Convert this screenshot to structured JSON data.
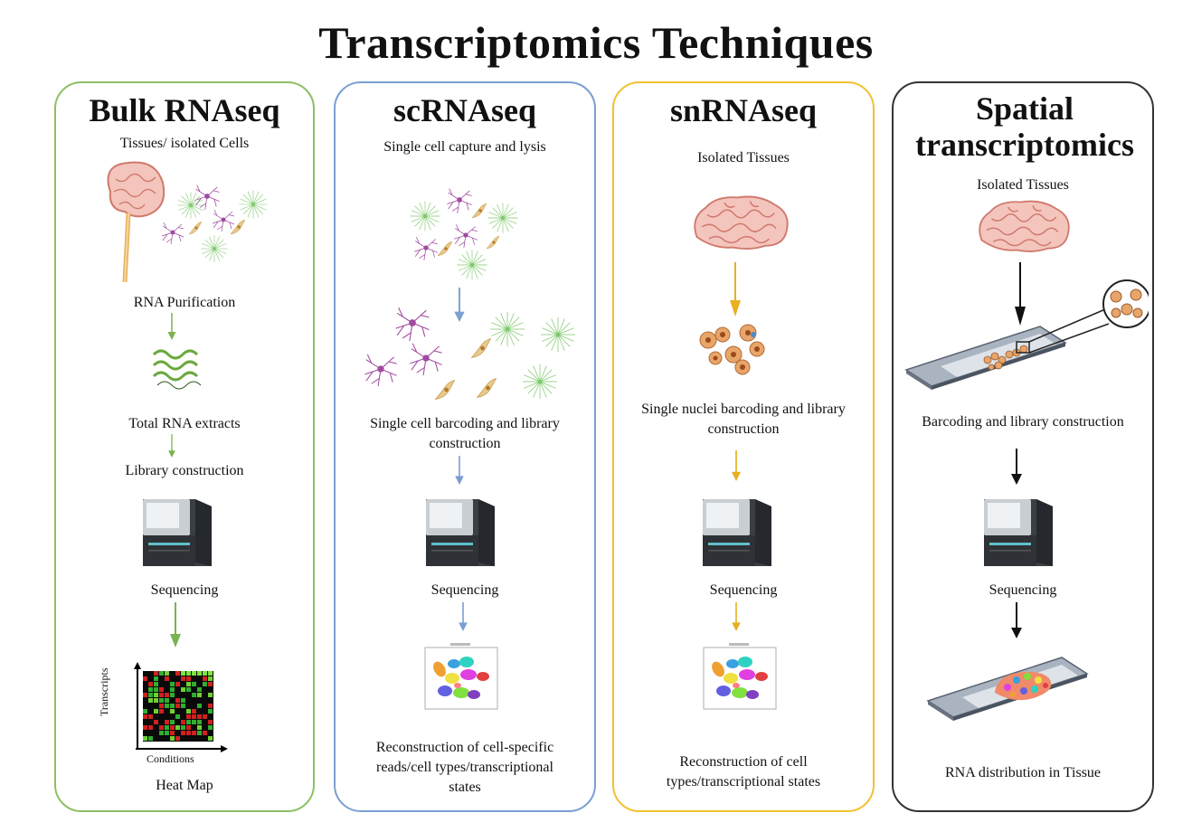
{
  "title": "Transcriptomics Techniques",
  "panels": [
    {
      "heading": "Bulk RNAseq",
      "labels": {
        "input": "Tissues/ isolated Cells",
        "purification": "RNA Purification",
        "extracts": "Total RNA extracts",
        "library": "Library construction",
        "sequencing": "Sequencing",
        "yaxis": "Transcripts",
        "xaxis": "Conditions",
        "output": "Heat Map"
      }
    },
    {
      "heading": "scRNAseq",
      "labels": {
        "input": "Single cell capture and lysis",
        "barcoding": "Single cell barcoding and library construction",
        "sequencing": "Sequencing",
        "output": "Reconstruction of cell-specific reads/cell types/transcriptional states"
      }
    },
    {
      "heading": "snRNAseq",
      "labels": {
        "input": "Isolated Tissues",
        "barcoding": "Single nuclei barcoding and library construction",
        "sequencing": "Sequencing",
        "output": "Reconstruction of cell types/transcriptional states"
      }
    },
    {
      "heading": "Spatial transcriptomics",
      "labels": {
        "input": "Isolated Tissues",
        "barcoding": "Barcoding and library construction",
        "sequencing": "Sequencing",
        "output": "RNA distribution in Tissue"
      }
    }
  ],
  "colors": {
    "bulk": "#8cc063",
    "sc": "#7a9fd2",
    "sn": "#f0c232",
    "spatial": "#333333",
    "brain": "#e8a49a",
    "brain_line": "#c9675b"
  }
}
